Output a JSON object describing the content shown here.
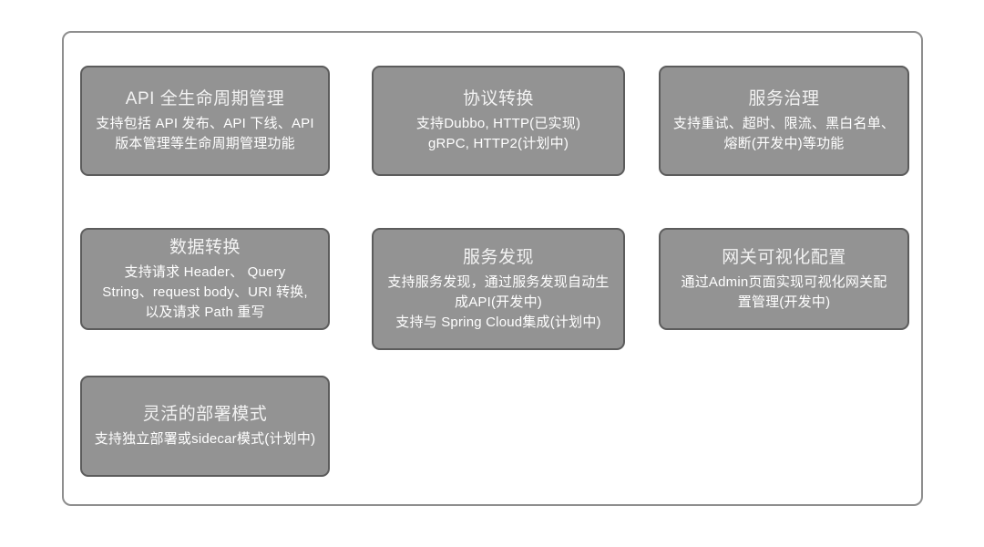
{
  "diagram": {
    "title_text": "",
    "colors": {
      "frame_border": "#8e8e8e",
      "card_fill": "#939393",
      "card_border": "#5c5c5c",
      "card_text": "#ffffff",
      "background": "#ffffff"
    },
    "cards": [
      {
        "id": "api-lifecycle",
        "title": "API 全生命周期管理",
        "body_lines": [
          "支持包括 API 发布、API 下线、API",
          "版本管理等生命周期管理功能"
        ]
      },
      {
        "id": "protocol-conversion",
        "title": "协议转换",
        "body_lines": [
          "支持Dubbo, HTTP(已实现)",
          "gRPC, HTTP2(计划中)"
        ]
      },
      {
        "id": "service-governance",
        "title": "服务治理",
        "body_lines": [
          "支持重试、超时、限流、黑白名单、",
          "熔断(开发中)等功能"
        ]
      },
      {
        "id": "data-transformation",
        "title": "数据转换",
        "body_lines": [
          "支持请求 Header、 Query",
          "String、request body、URI 转换,",
          "以及请求 Path 重写"
        ]
      },
      {
        "id": "service-discovery",
        "title": "服务发现",
        "body_lines": [
          "支持服务发现，通过服务发现自动生",
          "成API(开发中)",
          "支持与 Spring Cloud集成(计划中)"
        ]
      },
      {
        "id": "gateway-visual-config",
        "title": "网关可视化配置",
        "body_lines": [
          "通过Admin页面实现可视化网关配",
          "置管理(开发中)"
        ]
      },
      {
        "id": "flexible-deployment",
        "title": "灵活的部署模式",
        "body_lines": [
          "支持独立部署或sidecar模式(计划中)"
        ]
      }
    ]
  }
}
